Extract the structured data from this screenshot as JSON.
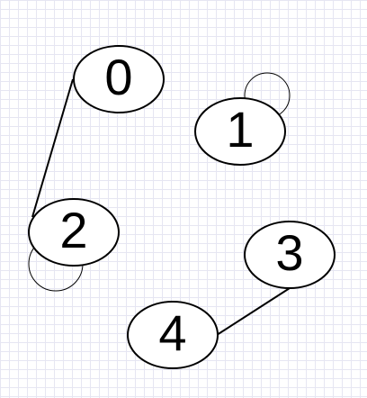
{
  "graph": {
    "nodes": [
      {
        "id": "0",
        "label": "0",
        "self_loop": false
      },
      {
        "id": "1",
        "label": "1",
        "self_loop": true
      },
      {
        "id": "2",
        "label": "2",
        "self_loop": true
      },
      {
        "id": "3",
        "label": "3",
        "self_loop": false
      },
      {
        "id": "4",
        "label": "4",
        "self_loop": false
      }
    ],
    "edges": [
      {
        "from": "0",
        "to": "2"
      },
      {
        "from": "3",
        "to": "4"
      }
    ],
    "directed": false
  },
  "colors": {
    "node_fill": "#ffffff",
    "node_stroke": "#000000",
    "edge_stroke": "#000000",
    "grid_line": "#e6e6f2"
  }
}
